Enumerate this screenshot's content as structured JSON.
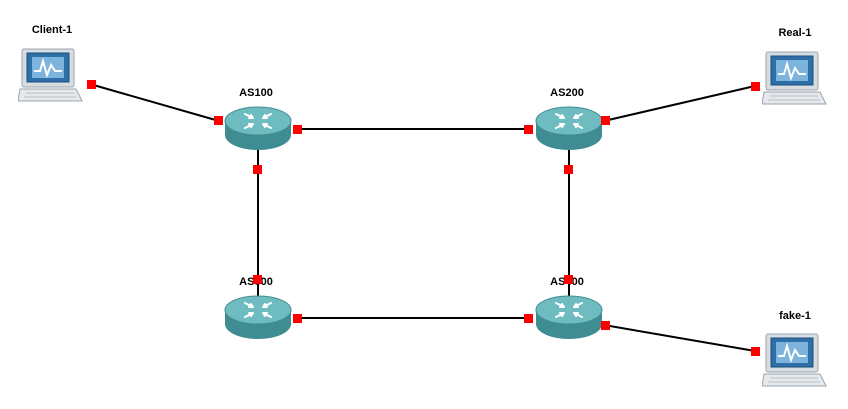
{
  "diagram": {
    "nodes": [
      {
        "id": "client1",
        "label": "Client-1",
        "type": "host"
      },
      {
        "id": "as100",
        "label": "AS100",
        "type": "router"
      },
      {
        "id": "as200",
        "label": "AS200",
        "type": "router"
      },
      {
        "id": "as300",
        "label": "AS300",
        "type": "router"
      },
      {
        "id": "as400",
        "label": "AS400",
        "type": "router"
      },
      {
        "id": "real1",
        "label": "Real-1",
        "type": "host"
      },
      {
        "id": "fake1",
        "label": "fake-1",
        "type": "host"
      }
    ],
    "links": [
      {
        "from": "client1",
        "to": "as100"
      },
      {
        "from": "as100",
        "to": "as200"
      },
      {
        "from": "as200",
        "to": "real1"
      },
      {
        "from": "as100",
        "to": "as300"
      },
      {
        "from": "as200",
        "to": "as400"
      },
      {
        "from": "as300",
        "to": "as400"
      },
      {
        "from": "as400",
        "to": "fake1"
      }
    ],
    "colors": {
      "port": "#ff0000",
      "link": "#000000",
      "router_body": "#4f9ea2",
      "router_top": "#6fbcc0"
    },
    "icons": {
      "router": "router-icon",
      "host": "computer-terminal-icon"
    }
  }
}
